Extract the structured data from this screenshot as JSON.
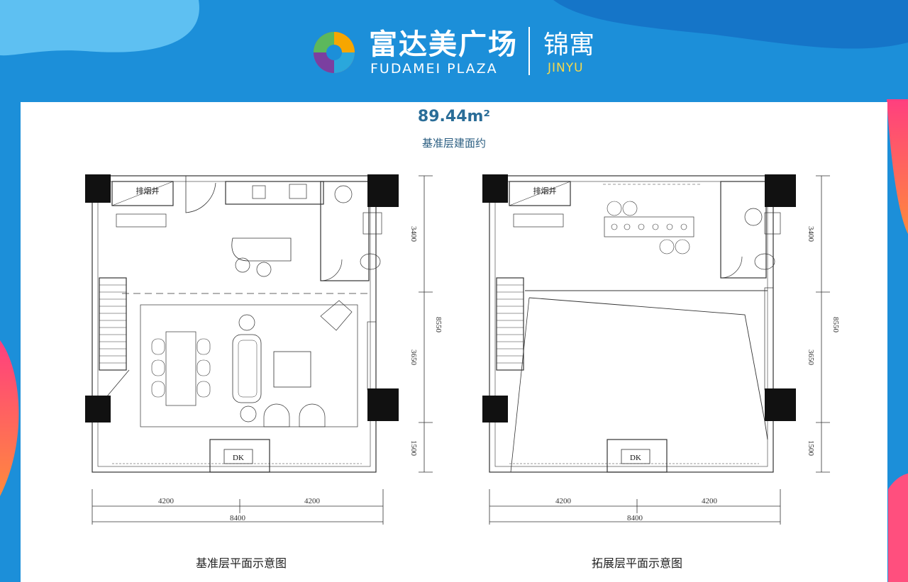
{
  "header": {
    "brand_cn": "富达美广场",
    "brand_en": "FUDAMEI PLAZA",
    "sub_brand_cn": "锦寓",
    "sub_brand_en": "JINYU"
  },
  "area": {
    "value": "89.44m²",
    "label": "基准层建面约"
  },
  "plans": [
    {
      "caption": "基准层平面示意图",
      "labels": {
        "shaft": "排烟井",
        "dk": "DK"
      },
      "dims": {
        "left": "4200",
        "right": "4200",
        "total": "8400",
        "v1": "3400",
        "v2": "3650",
        "v3": "1500",
        "vtotal": "8550"
      }
    },
    {
      "caption": "拓展层平面示意图",
      "labels": {
        "shaft": "排烟井",
        "dk": "DK"
      },
      "dims": {
        "left": "4200",
        "right": "4200",
        "total": "8400",
        "v1": "3400",
        "v2": "3650",
        "v3": "1500",
        "vtotal": "8550"
      }
    }
  ],
  "colors": {
    "panel": "#ffffff",
    "sky": "#1c8fd9",
    "accent": "#2a6d98"
  }
}
